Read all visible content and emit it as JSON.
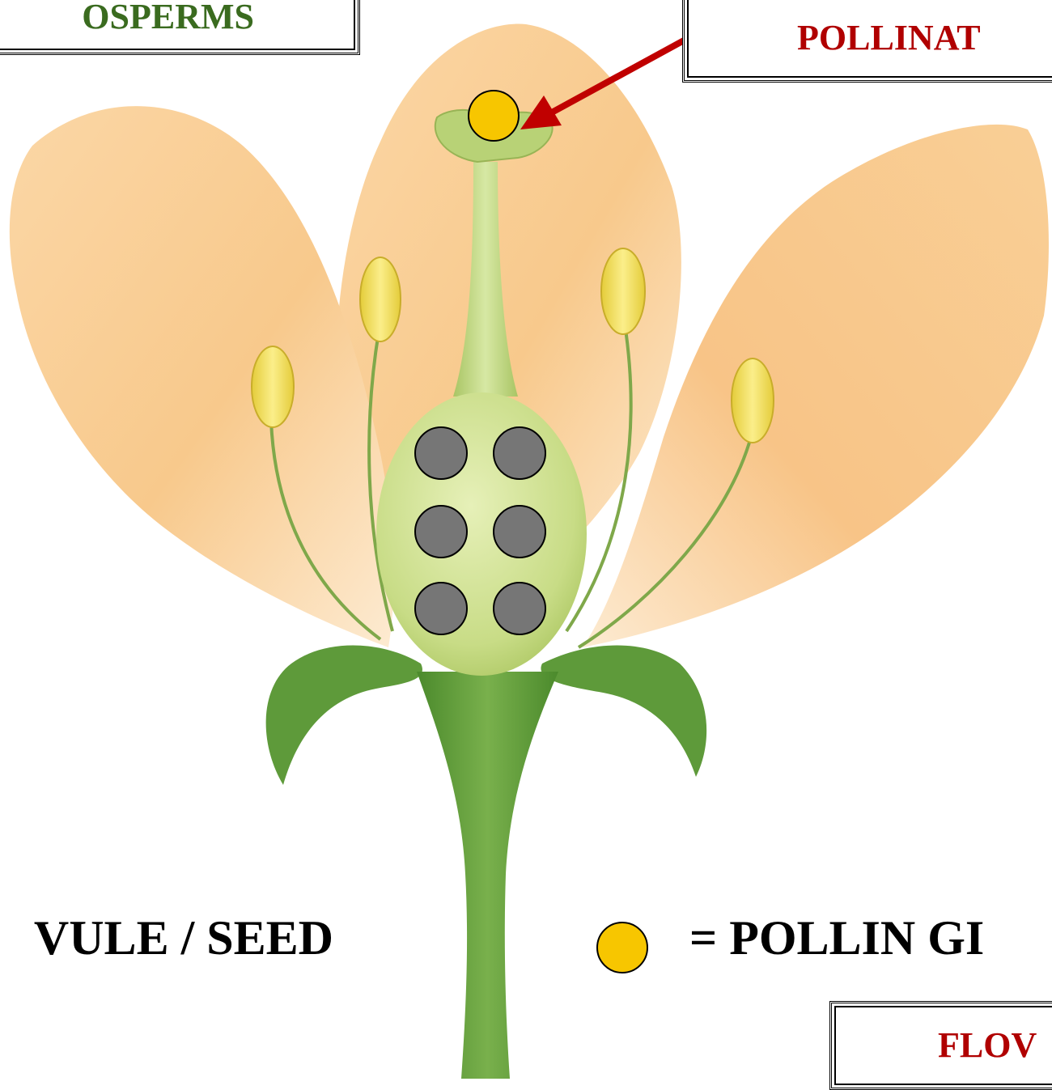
{
  "title_label": "OSPERMS",
  "pollination_label": "POLLINAT",
  "flower_label": "FLOV",
  "legend": {
    "ovule": "VULE / SEED",
    "pollen": "= POLLIN GI"
  },
  "colors": {
    "title": "#3a6b1f",
    "label_red": "#b00000",
    "pollen": "#f7c600",
    "ovule": "#767676",
    "petal": "#f8c98c",
    "stem": "#5f9a3a",
    "arrow": "#c00000"
  }
}
